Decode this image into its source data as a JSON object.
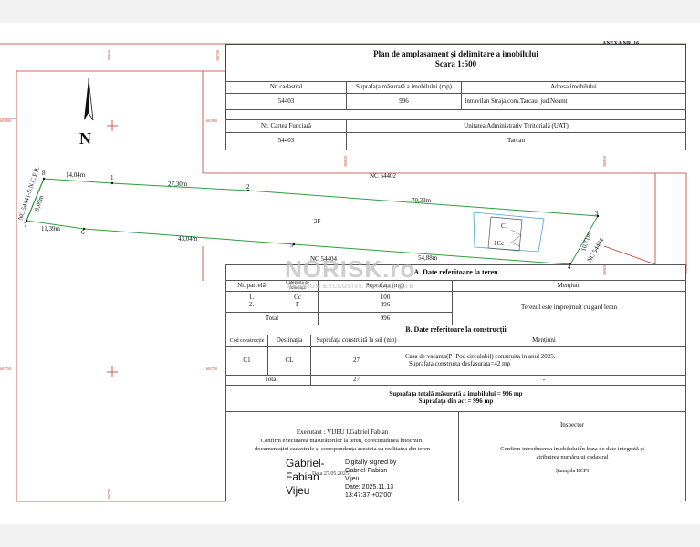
{
  "header": {
    "annex": "ANEXA NR. 16",
    "title": "Plan de amplasament și delimitare a imobilului",
    "scale": "Scara 1:500"
  },
  "info": {
    "h_cadastral": "Nr. cadastral",
    "h_surface": "Suprafața măsurată a imobilului (mp)",
    "h_address": "Adresa imobilului",
    "cadastral": "54403",
    "surface": "996",
    "address": "Intravilan Straja,com.Tarcau, jud.Neamt",
    "h_cf": "Nr. Cartea Funciară",
    "h_uat": "Unitatea Administrativ Teritorială (UAT)",
    "cf": "54403",
    "uat": "Tarcau"
  },
  "plan": {
    "north": "N",
    "grid": {
      "top1": "580650",
      "top2": "580700",
      "left1": "601800",
      "right1": "601800",
      "mid1": "580650",
      "mid2": "580650",
      "left2": "601750",
      "right2": "601750",
      "bot1": "580650",
      "bot2": "580700"
    },
    "points": {
      "p1": "1",
      "p2": "2",
      "p3": "3",
      "p4": "4",
      "p5": "5",
      "p6": "6",
      "p7": "7",
      "p8": "8"
    },
    "dist": {
      "d81": "14,04m",
      "d12": "27,30m",
      "d23": "70,33m",
      "d34": "10,71m",
      "d45": "54,88m",
      "d56": "43,04m",
      "d67": "11,39m",
      "d78": "9,09m"
    },
    "neighbors": {
      "top": "NC 54402",
      "bottom": "NC 54404",
      "left": "NC 54441-S.N.C.F.R.",
      "right": "NC 54404"
    },
    "labels": {
      "parcel": "2F",
      "building": "C1",
      "parcel_cc": "1Cc"
    }
  },
  "sectionA": {
    "title": "A. Date referitoare la teren",
    "h_nr": "Nr. parcelă",
    "h_cat": "Categoria de folosință",
    "h_surf": "Suprafața (mp)",
    "h_mentions": "Mențiuni",
    "rows": [
      {
        "nr": "1.",
        "cat": "Cc",
        "surf": "100"
      },
      {
        "nr": "2.",
        "cat": "F",
        "surf": "896"
      }
    ],
    "total_label": "Total",
    "total": "996",
    "mention": "Terenul este imprejmuit cu   gard lemn"
  },
  "sectionB": {
    "title": "B. Date referitoare la construcții",
    "h_cod": "Cod construcție",
    "h_dest": "Destinația",
    "h_surf": "Suprafața construită la sol (mp)",
    "h_mentions": "Mențiuni",
    "cod": "C1",
    "dest": "CL",
    "surf": "27",
    "mention1": "Casa de vacanta(P+Pod circulabil) construita in anul 2025.",
    "mention2": "Suprafata construita desfasurata=42 mp",
    "total_label": "Total",
    "total": "27",
    "total_mention": "-"
  },
  "totals": {
    "line1": "Suprafața totală măsurată a imobilului = 996 mp",
    "line2": "Suprafața din act = 996 mp"
  },
  "executant": {
    "title": "Executant : VIJEU I.Gabriel Fabian",
    "line1": "Confirm executarea măsurătorilor la teren, corectitudinea întocmirii",
    "line2": "documentației cadastrale și corespondența acesteia cu realitatea din teren",
    "sig_name1": "Gabriel-",
    "sig_name2": "Fabian",
    "sig_name3": "Vijeu",
    "digital1": "Digitally signed by",
    "digital2": "Gabriel-Fabian",
    "digital3": "Vijeu",
    "digital4": "Date: 2025.11.13",
    "digital5": "13:47:37 +02'00'",
    "stamp_date": "Data 27.05.2025"
  },
  "inspector": {
    "title": "Inspector",
    "line1": "Confirm introducerea imobilului în baza de date integrată și",
    "line2": "atribuirea numărului cadastral",
    "stamp": "Ștampila BCPI"
  },
  "watermark": {
    "brand": "NORISK.ro",
    "sub": "PREMIUM EXCLUSIVE REAL ESTATE"
  },
  "colors": {
    "red": "#c0392b",
    "green": "#2e9e3e",
    "blue": "#4aa3d8"
  }
}
